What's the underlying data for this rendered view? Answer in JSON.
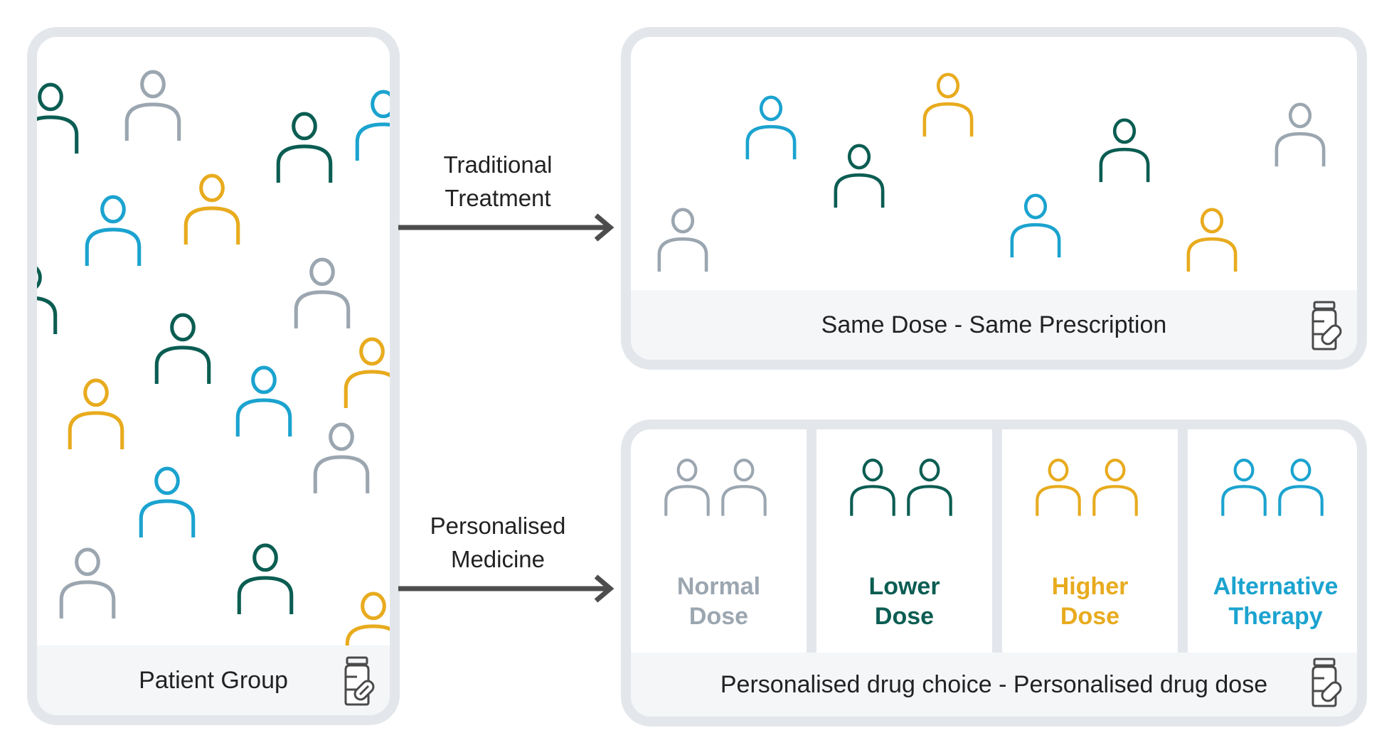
{
  "colors": {
    "grey": "#9ba6b0",
    "green": "#0b5d52",
    "yellow": "#e8ab1e",
    "blue": "#1ba3cf",
    "panel_border": "#e3e7ec",
    "footer_bg": "#f4f6f8",
    "arrow": "#4d4d4d"
  },
  "patient_group": {
    "label": "Patient Group",
    "icon": "prescription-bottle-icon",
    "people": [
      {
        "color": "green"
      },
      {
        "color": "grey"
      },
      {
        "color": "green"
      },
      {
        "color": "blue"
      },
      {
        "color": "blue"
      },
      {
        "color": "yellow"
      },
      {
        "color": "green"
      },
      {
        "color": "grey"
      },
      {
        "color": "green"
      },
      {
        "color": "yellow"
      },
      {
        "color": "yellow"
      },
      {
        "color": "blue"
      },
      {
        "color": "grey"
      },
      {
        "color": "blue"
      },
      {
        "color": "grey"
      },
      {
        "color": "green"
      },
      {
        "color": "yellow"
      }
    ]
  },
  "traditional": {
    "arrow_label": "Traditional\nTreatment",
    "panel_label": "Same Dose - Same Prescription",
    "icon": "prescription-bottle-icon",
    "people": [
      {
        "color": "grey"
      },
      {
        "color": "blue"
      },
      {
        "color": "green"
      },
      {
        "color": "yellow"
      },
      {
        "color": "blue"
      },
      {
        "color": "green"
      },
      {
        "color": "yellow"
      },
      {
        "color": "grey"
      }
    ]
  },
  "personalised": {
    "arrow_label": "Personalised\nMedicine",
    "panel_label": "Personalised drug choice - Personalised drug dose",
    "icon": "prescription-bottle-icon",
    "categories": [
      {
        "label": "Normal\nDose",
        "color": "grey"
      },
      {
        "label": "Lower\nDose",
        "color": "green"
      },
      {
        "label": "Higher\nDose",
        "color": "yellow"
      },
      {
        "label": "Alternative\nTherapy",
        "color": "blue"
      }
    ]
  }
}
